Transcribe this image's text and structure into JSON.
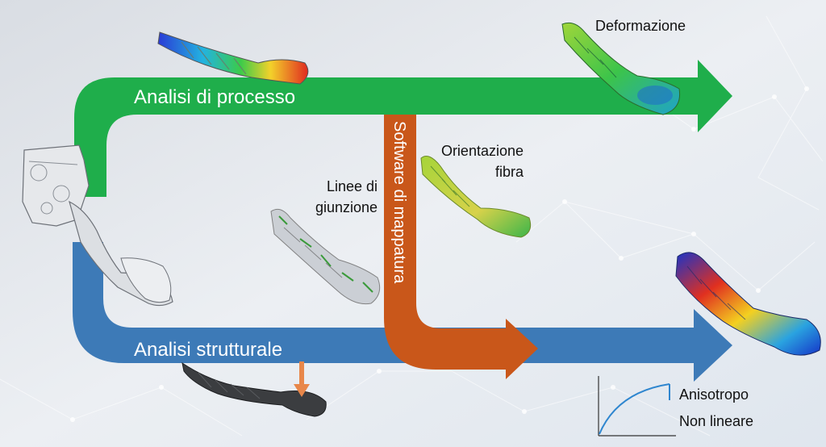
{
  "labels": {
    "process": "Analisi di processo",
    "structural": "Analisi strutturale",
    "mapping": "Software di mappatura",
    "deformation": "Deformazione",
    "fiber_line1": "Orientazione",
    "fiber_line2": "fibra",
    "weld_line1": "Linee di",
    "weld_line2": "giunzione",
    "anisotropic": "Anisotropo",
    "nonlinear": "Non lineare"
  },
  "colors": {
    "process_arrow": "#1fae4b",
    "structural_arrow": "#3d7ab7",
    "mapping_arrow": "#c9571a",
    "curve": "#2f86cf"
  }
}
